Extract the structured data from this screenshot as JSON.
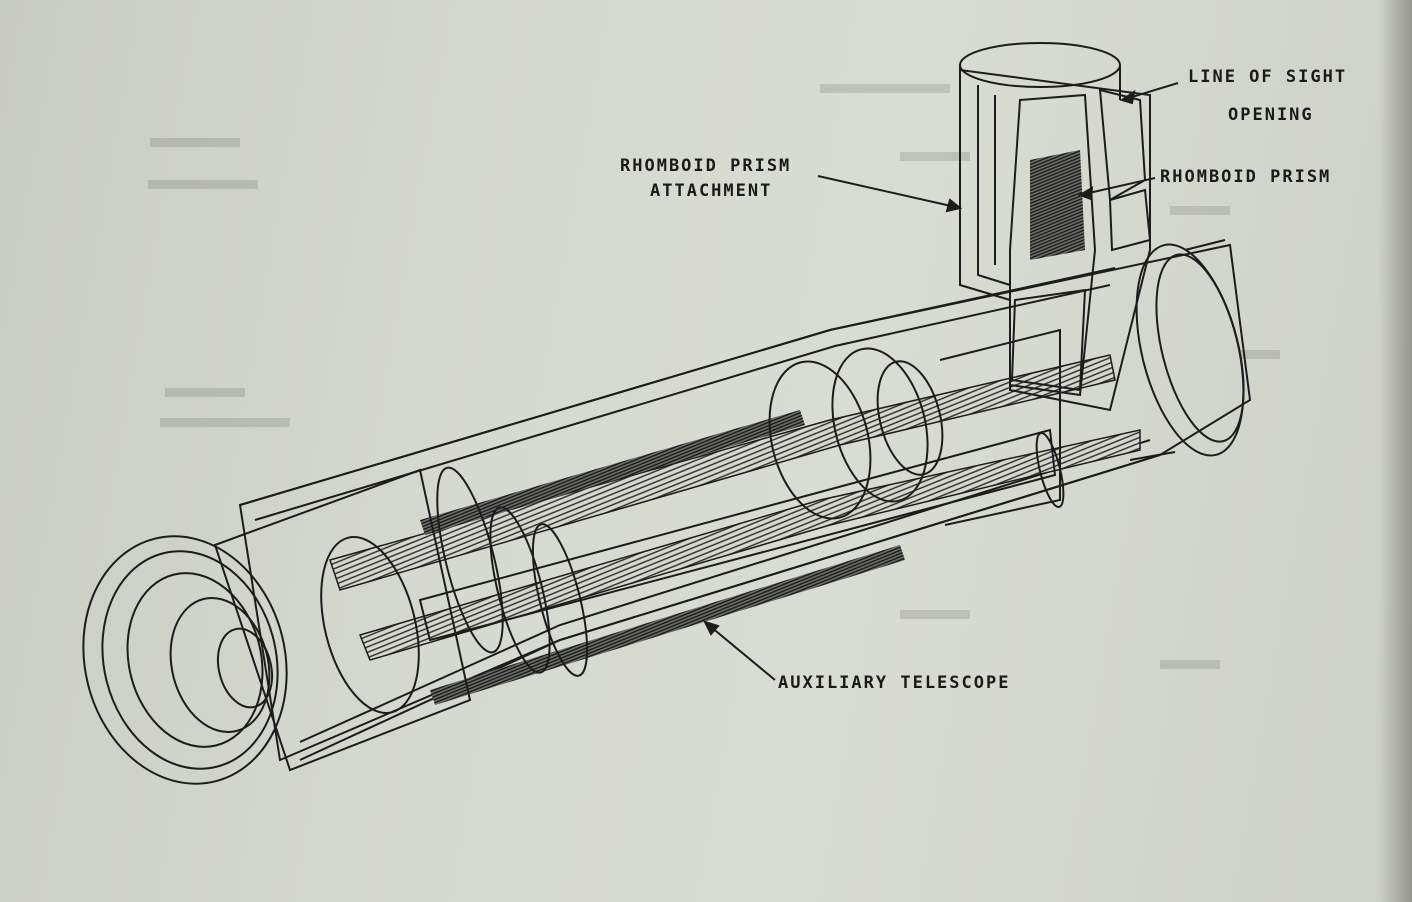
{
  "labels": {
    "line_of_sight_1": "LINE OF SIGHT",
    "line_of_sight_2": "OPENING",
    "rhomboid_prism": "RHOMBOID PRISM",
    "attachment_1": "RHOMBOID PRISM",
    "attachment_2": "ATTACHMENT",
    "auxiliary_telescope": "AUXILIARY TELESCOPE"
  },
  "colors": {
    "paper": "#d6d9cf",
    "ink": "#1c1c1c"
  }
}
